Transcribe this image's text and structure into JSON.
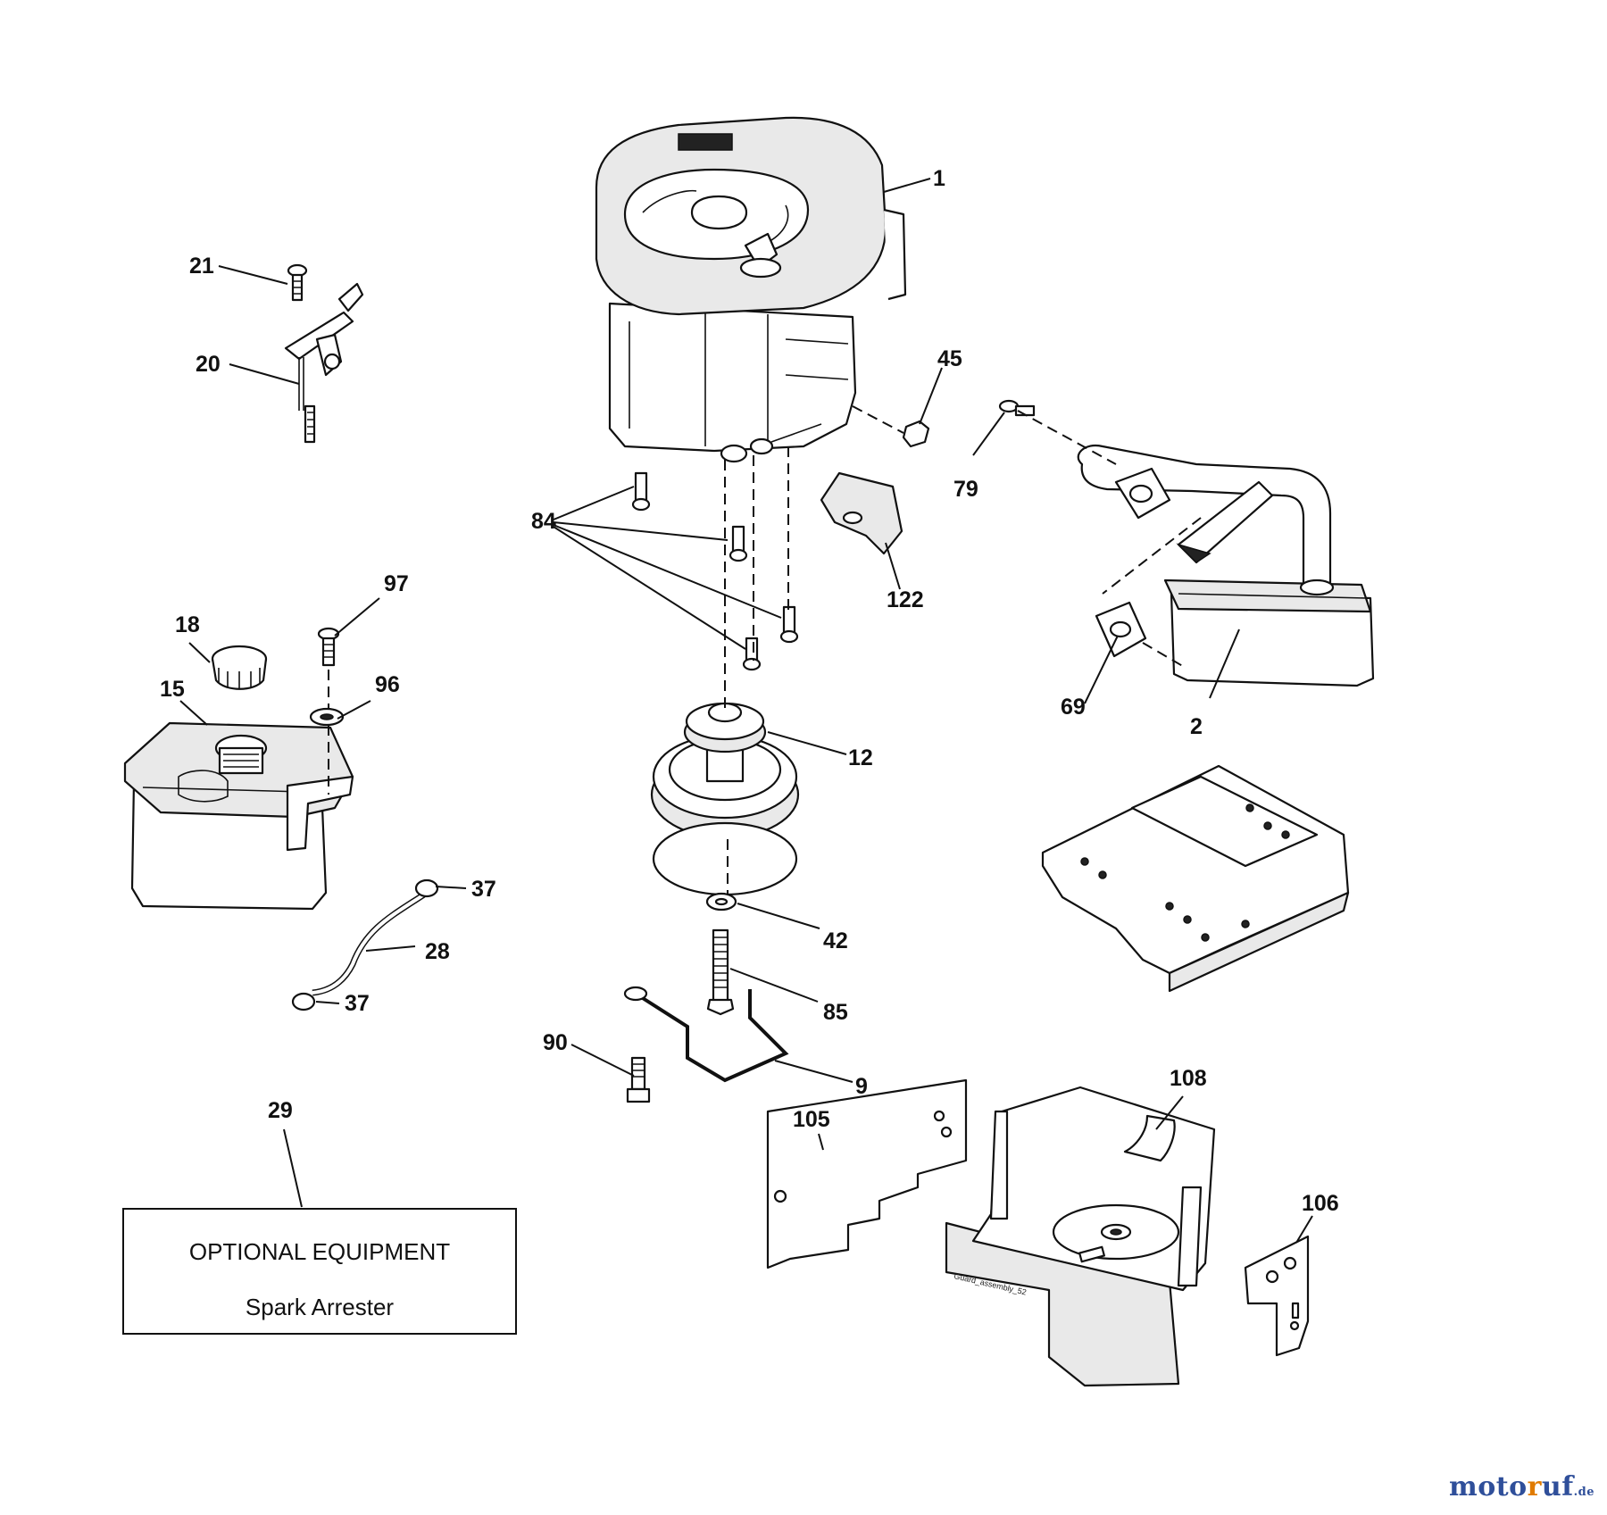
{
  "callouts": {
    "c1": "1",
    "c2": "2",
    "c9": "9",
    "c12": "12",
    "c15": "15",
    "c18": "18",
    "c20": "20",
    "c21": "21",
    "c28": "28",
    "c29": "29",
    "c37a": "37",
    "c37b": "37",
    "c42": "42",
    "c45": "45",
    "c69": "69",
    "c79": "79",
    "c84": "84",
    "c85": "85",
    "c90": "90",
    "c96": "96",
    "c97": "97",
    "c105": "105",
    "c106": "106",
    "c108": "108",
    "c122": "122"
  },
  "optional_box": {
    "title": "OPTIONAL EQUIPMENT",
    "subtitle": "Spark Arrester"
  },
  "guard_label": "Guard_assembly_52",
  "watermark": {
    "prefix": "moto",
    "accent": "r",
    "suffix": "uf",
    "tld": ".de"
  }
}
